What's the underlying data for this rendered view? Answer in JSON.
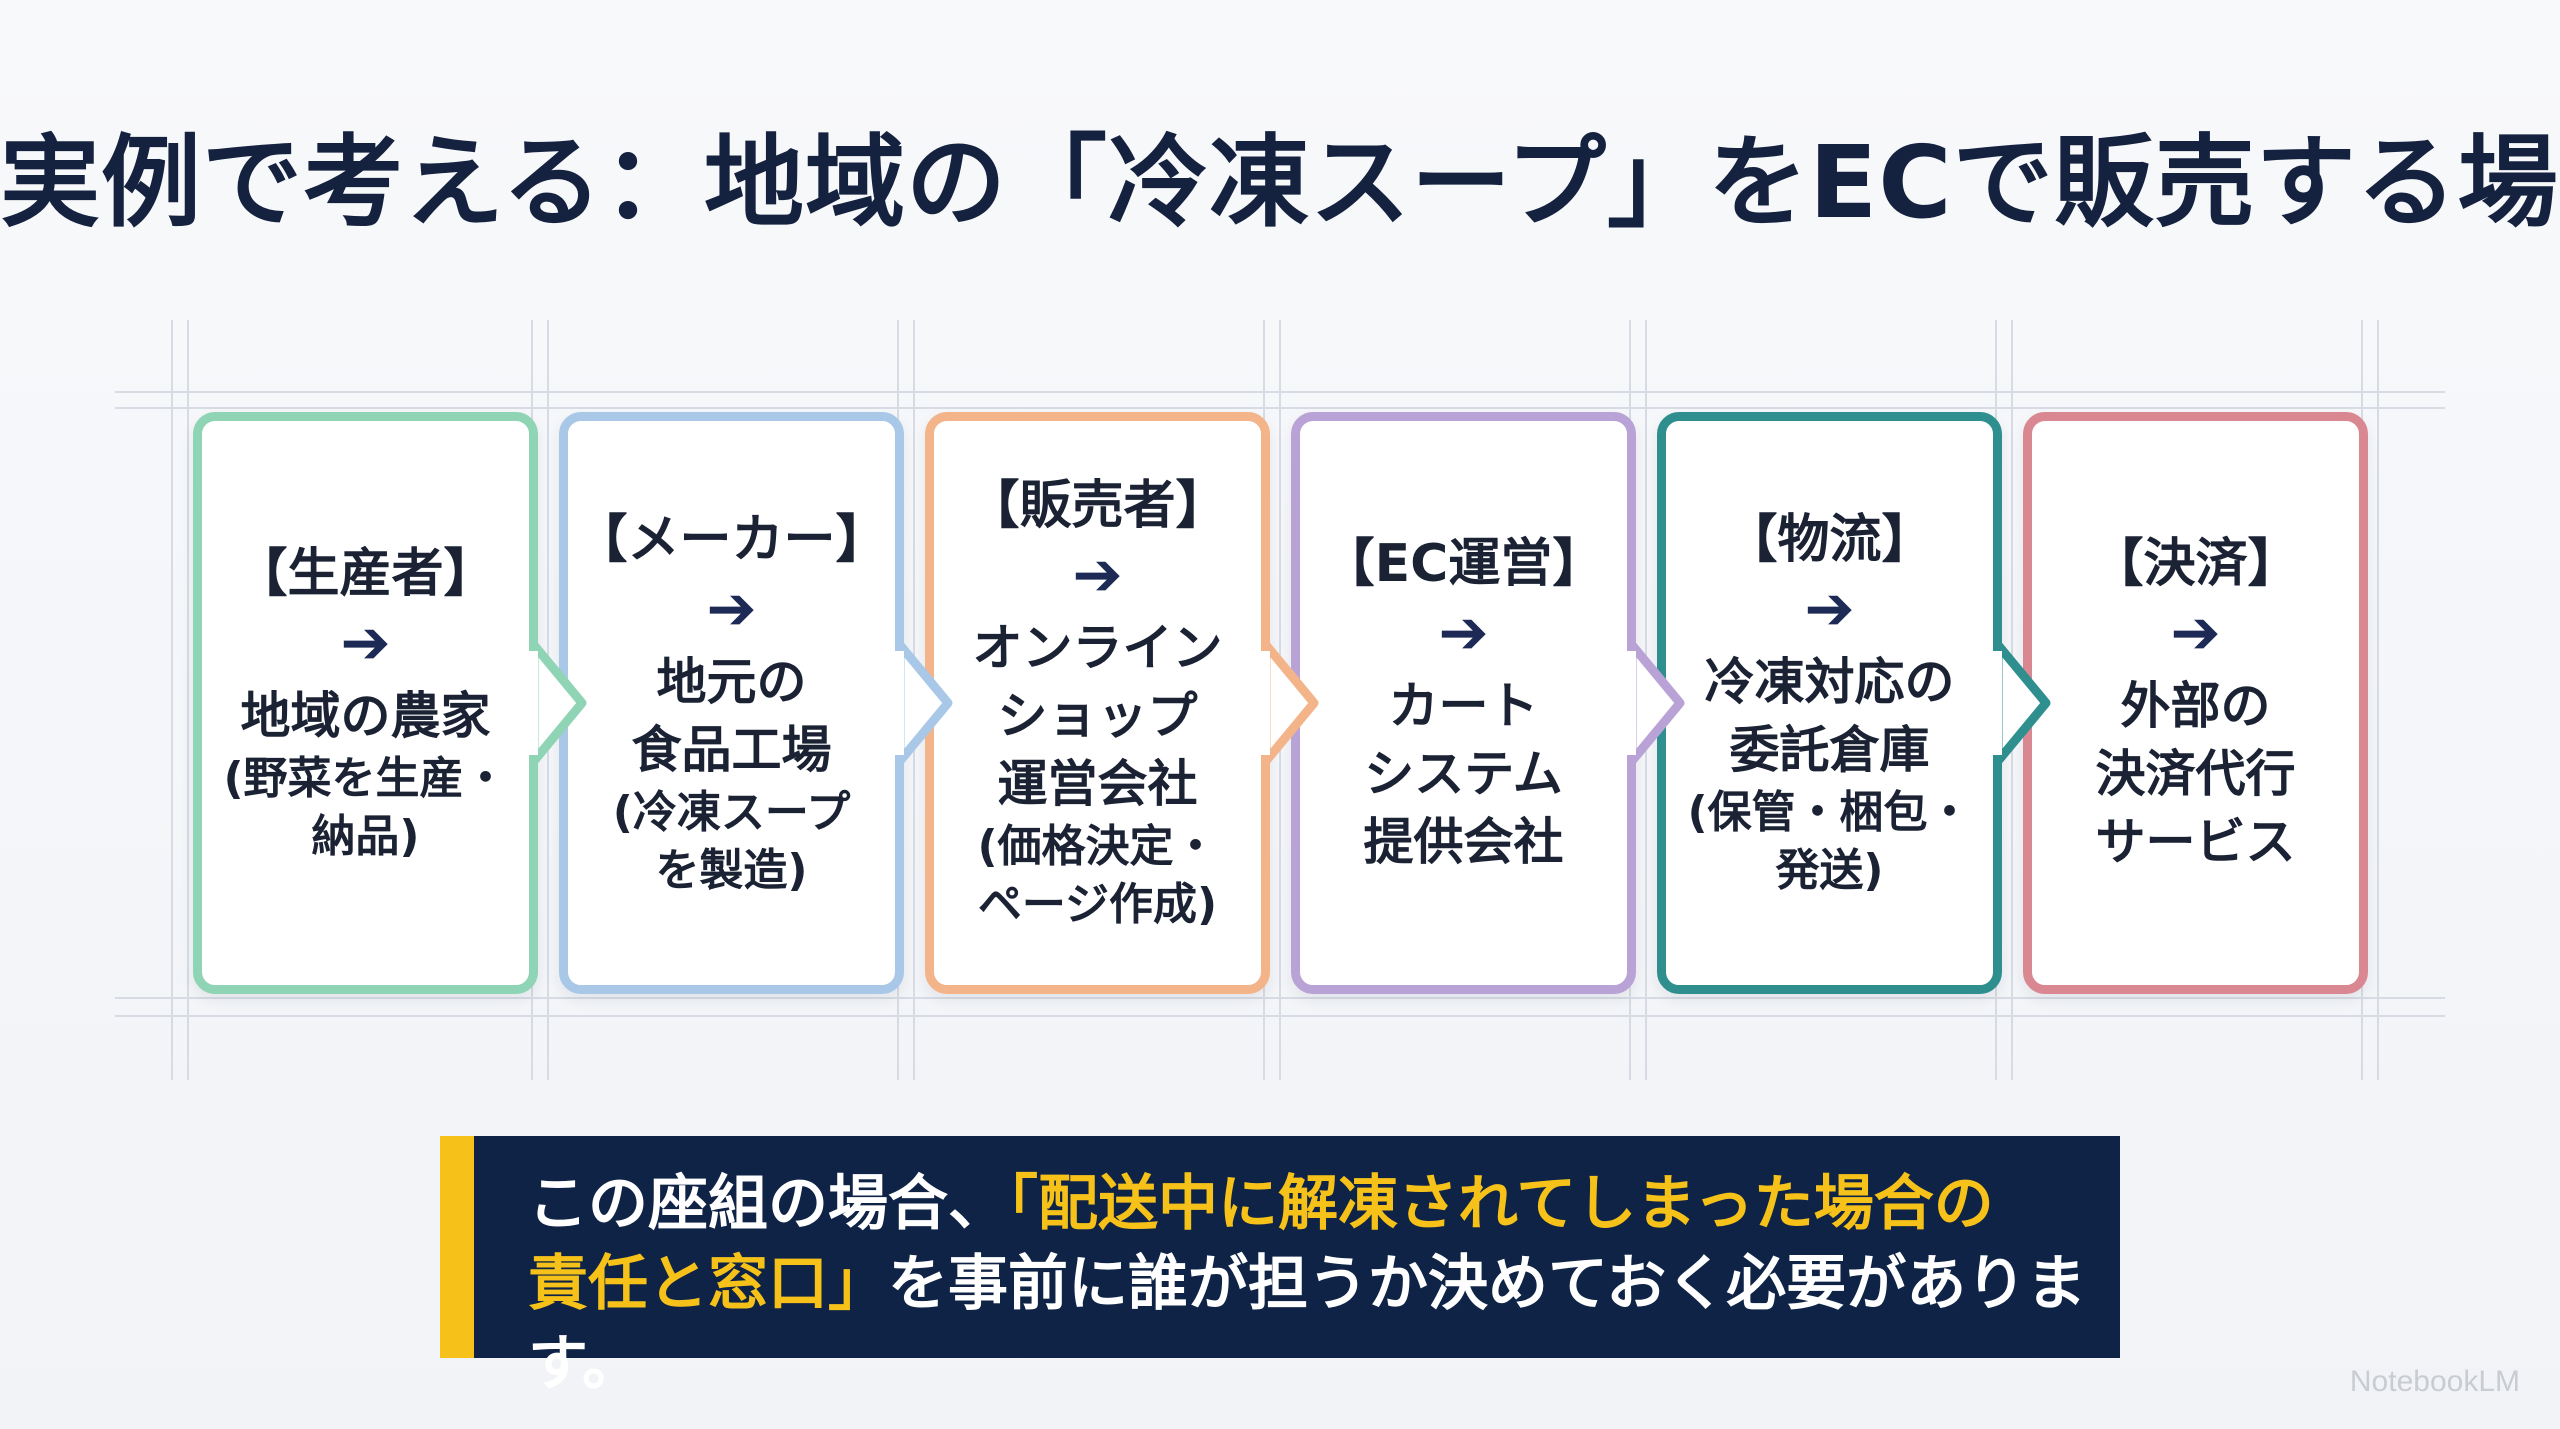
{
  "title": "実例で考える：地域の「冷凍スープ」をECで販売する場合",
  "arrow_glyph": "➔",
  "steps": [
    {
      "role": "【生産者】",
      "desc": "地域の農家",
      "note": "(野菜を生産・\n納品)",
      "color": "#8fd4b4"
    },
    {
      "role": "【メーカー】",
      "desc": "地元の\n食品工場",
      "note": "(冷凍スープ\nを製造)",
      "color": "#a9c8e8"
    },
    {
      "role": "【販売者】",
      "desc": "オンライン\nショップ\n運営会社",
      "note": "(価格決定・\nページ作成)",
      "color": "#f4b48a"
    },
    {
      "role": "【EC運営】",
      "desc": "カート\nシステム\n提供会社",
      "note": "",
      "color": "#b9a2d6"
    },
    {
      "role": "【物流】",
      "desc": "冷凍対応の\n委託倉庫",
      "note": "(保管・梱包・\n発送)",
      "color": "#2f8f8f"
    },
    {
      "role": "【決済】",
      "desc": "外部の\n決済代行\nサービス",
      "note": "",
      "color": "#d98790"
    }
  ],
  "summary": {
    "part1": "この座組の場合、",
    "highlight1": "「配送中に解凍されてしまった場合の",
    "highlight2": "責任と窓口」",
    "part2": "を事前に誰が担うか決めておく必要があります。"
  },
  "colors": {
    "title": "#15223f",
    "summary_bg": "#0f2346",
    "summary_accent": "#f6c21a"
  },
  "watermark": "NotebookLM"
}
